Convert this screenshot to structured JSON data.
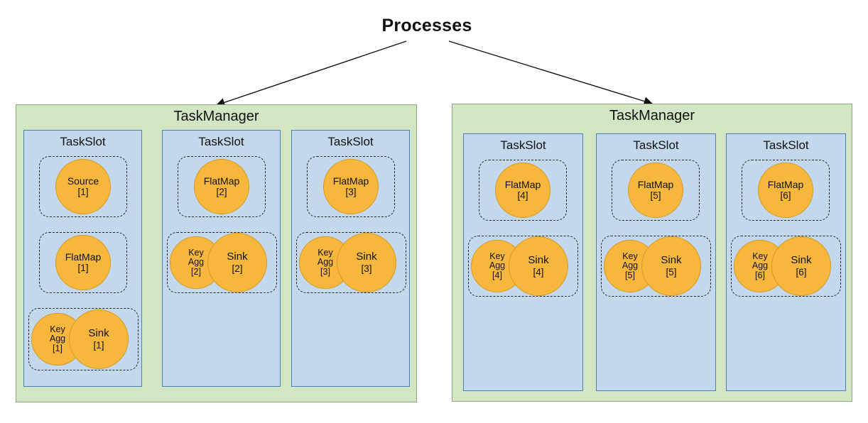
{
  "title": "Processes",
  "colors": {
    "task_manager_bg": "#d3e6c3",
    "task_slot_bg": "#c3d8ec",
    "operator_fill": "#f6b73c"
  },
  "task_managers": [
    {
      "label": "TaskManager",
      "slots": [
        {
          "label": "TaskSlot",
          "groups": [
            {
              "ops": [
                {
                  "name": "Source",
                  "index": "[1]"
                }
              ]
            },
            {
              "ops": [
                {
                  "name": "FlatMap",
                  "index": "[1]"
                }
              ]
            },
            {
              "ops": [
                {
                  "name": "Key\nAgg",
                  "index": "[1]"
                },
                {
                  "name": "Sink",
                  "index": "[1]"
                }
              ]
            }
          ]
        },
        {
          "label": "TaskSlot",
          "groups": [
            {
              "ops": [
                {
                  "name": "FlatMap",
                  "index": "[2]"
                }
              ]
            },
            {
              "ops": [
                {
                  "name": "Key\nAgg",
                  "index": "[2]"
                },
                {
                  "name": "Sink",
                  "index": "[2]"
                }
              ]
            }
          ]
        },
        {
          "label": "TaskSlot",
          "groups": [
            {
              "ops": [
                {
                  "name": "FlatMap",
                  "index": "[3]"
                }
              ]
            },
            {
              "ops": [
                {
                  "name": "Key\nAgg",
                  "index": "[3]"
                },
                {
                  "name": "Sink",
                  "index": "[3]"
                }
              ]
            }
          ]
        }
      ]
    },
    {
      "label": "TaskManager",
      "slots": [
        {
          "label": "TaskSlot",
          "groups": [
            {
              "ops": [
                {
                  "name": "FlatMap",
                  "index": "[4]"
                }
              ]
            },
            {
              "ops": [
                {
                  "name": "Key\nAgg",
                  "index": "[4]"
                },
                {
                  "name": "Sink",
                  "index": "[4]"
                }
              ]
            }
          ]
        },
        {
          "label": "TaskSlot",
          "groups": [
            {
              "ops": [
                {
                  "name": "FlatMap",
                  "index": "[5]"
                }
              ]
            },
            {
              "ops": [
                {
                  "name": "Key\nAgg",
                  "index": "[5]"
                },
                {
                  "name": "Sink",
                  "index": "[5]"
                }
              ]
            }
          ]
        },
        {
          "label": "TaskSlot",
          "groups": [
            {
              "ops": [
                {
                  "name": "FlatMap",
                  "index": "[6]"
                }
              ]
            },
            {
              "ops": [
                {
                  "name": "Key\nAgg",
                  "index": "[6]"
                },
                {
                  "name": "Sink",
                  "index": "[6]"
                }
              ]
            }
          ]
        }
      ]
    }
  ]
}
